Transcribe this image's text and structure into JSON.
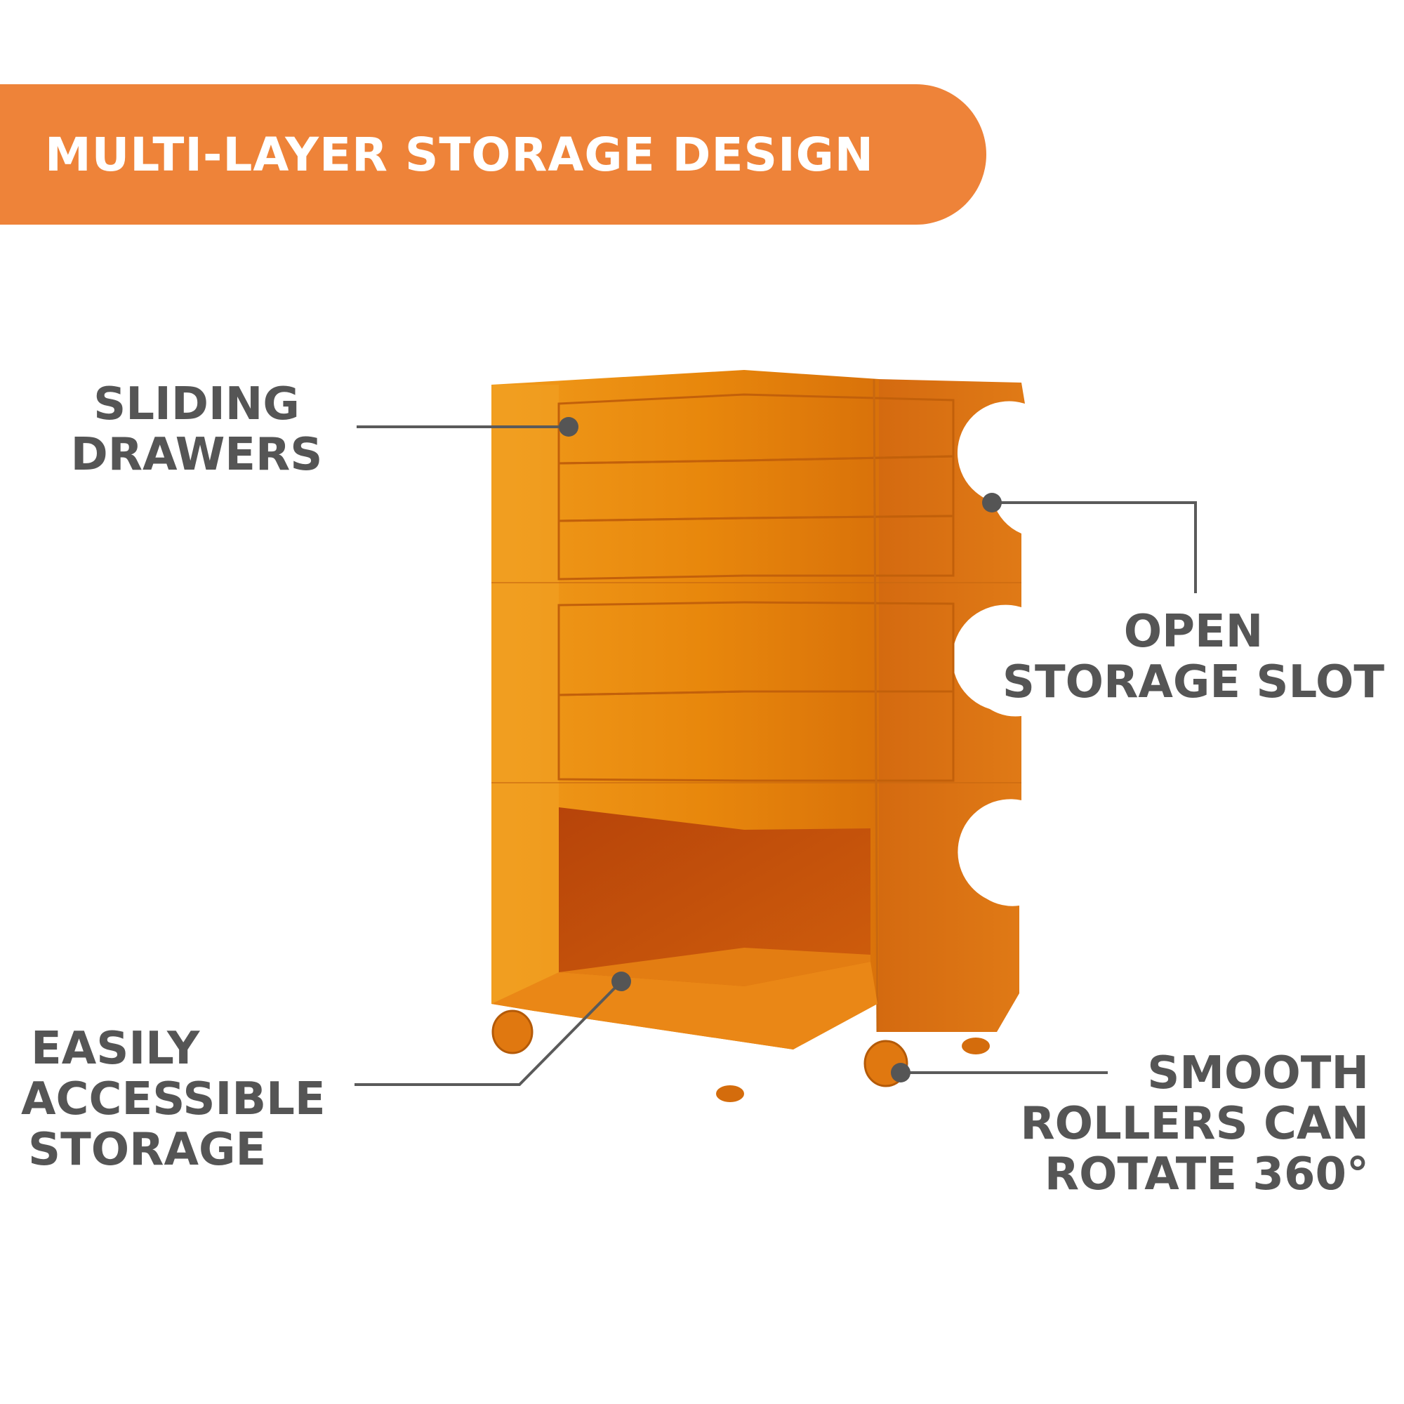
{
  "header": {
    "title": "MULTI-LAYER STORAGE DESIGN"
  },
  "callouts": {
    "sliding": {
      "line1": "SLIDING",
      "line2": "DRAWERS"
    },
    "open_slot": {
      "line1": "OPEN",
      "line2": "STORAGE SLOT"
    },
    "accessible": {
      "line1": "EASILY",
      "line2": "ACCESSIBLE",
      "line3": "STORAGE"
    },
    "rollers": {
      "line1": "SMOOTH",
      "line2": "ROLLERS CAN",
      "line3": "ROTATE 360°"
    }
  },
  "colors": {
    "banner": "#ee8339",
    "product_orange": "#e8820a",
    "label_text": "#555555",
    "leader_line": "#5a5a5a"
  }
}
